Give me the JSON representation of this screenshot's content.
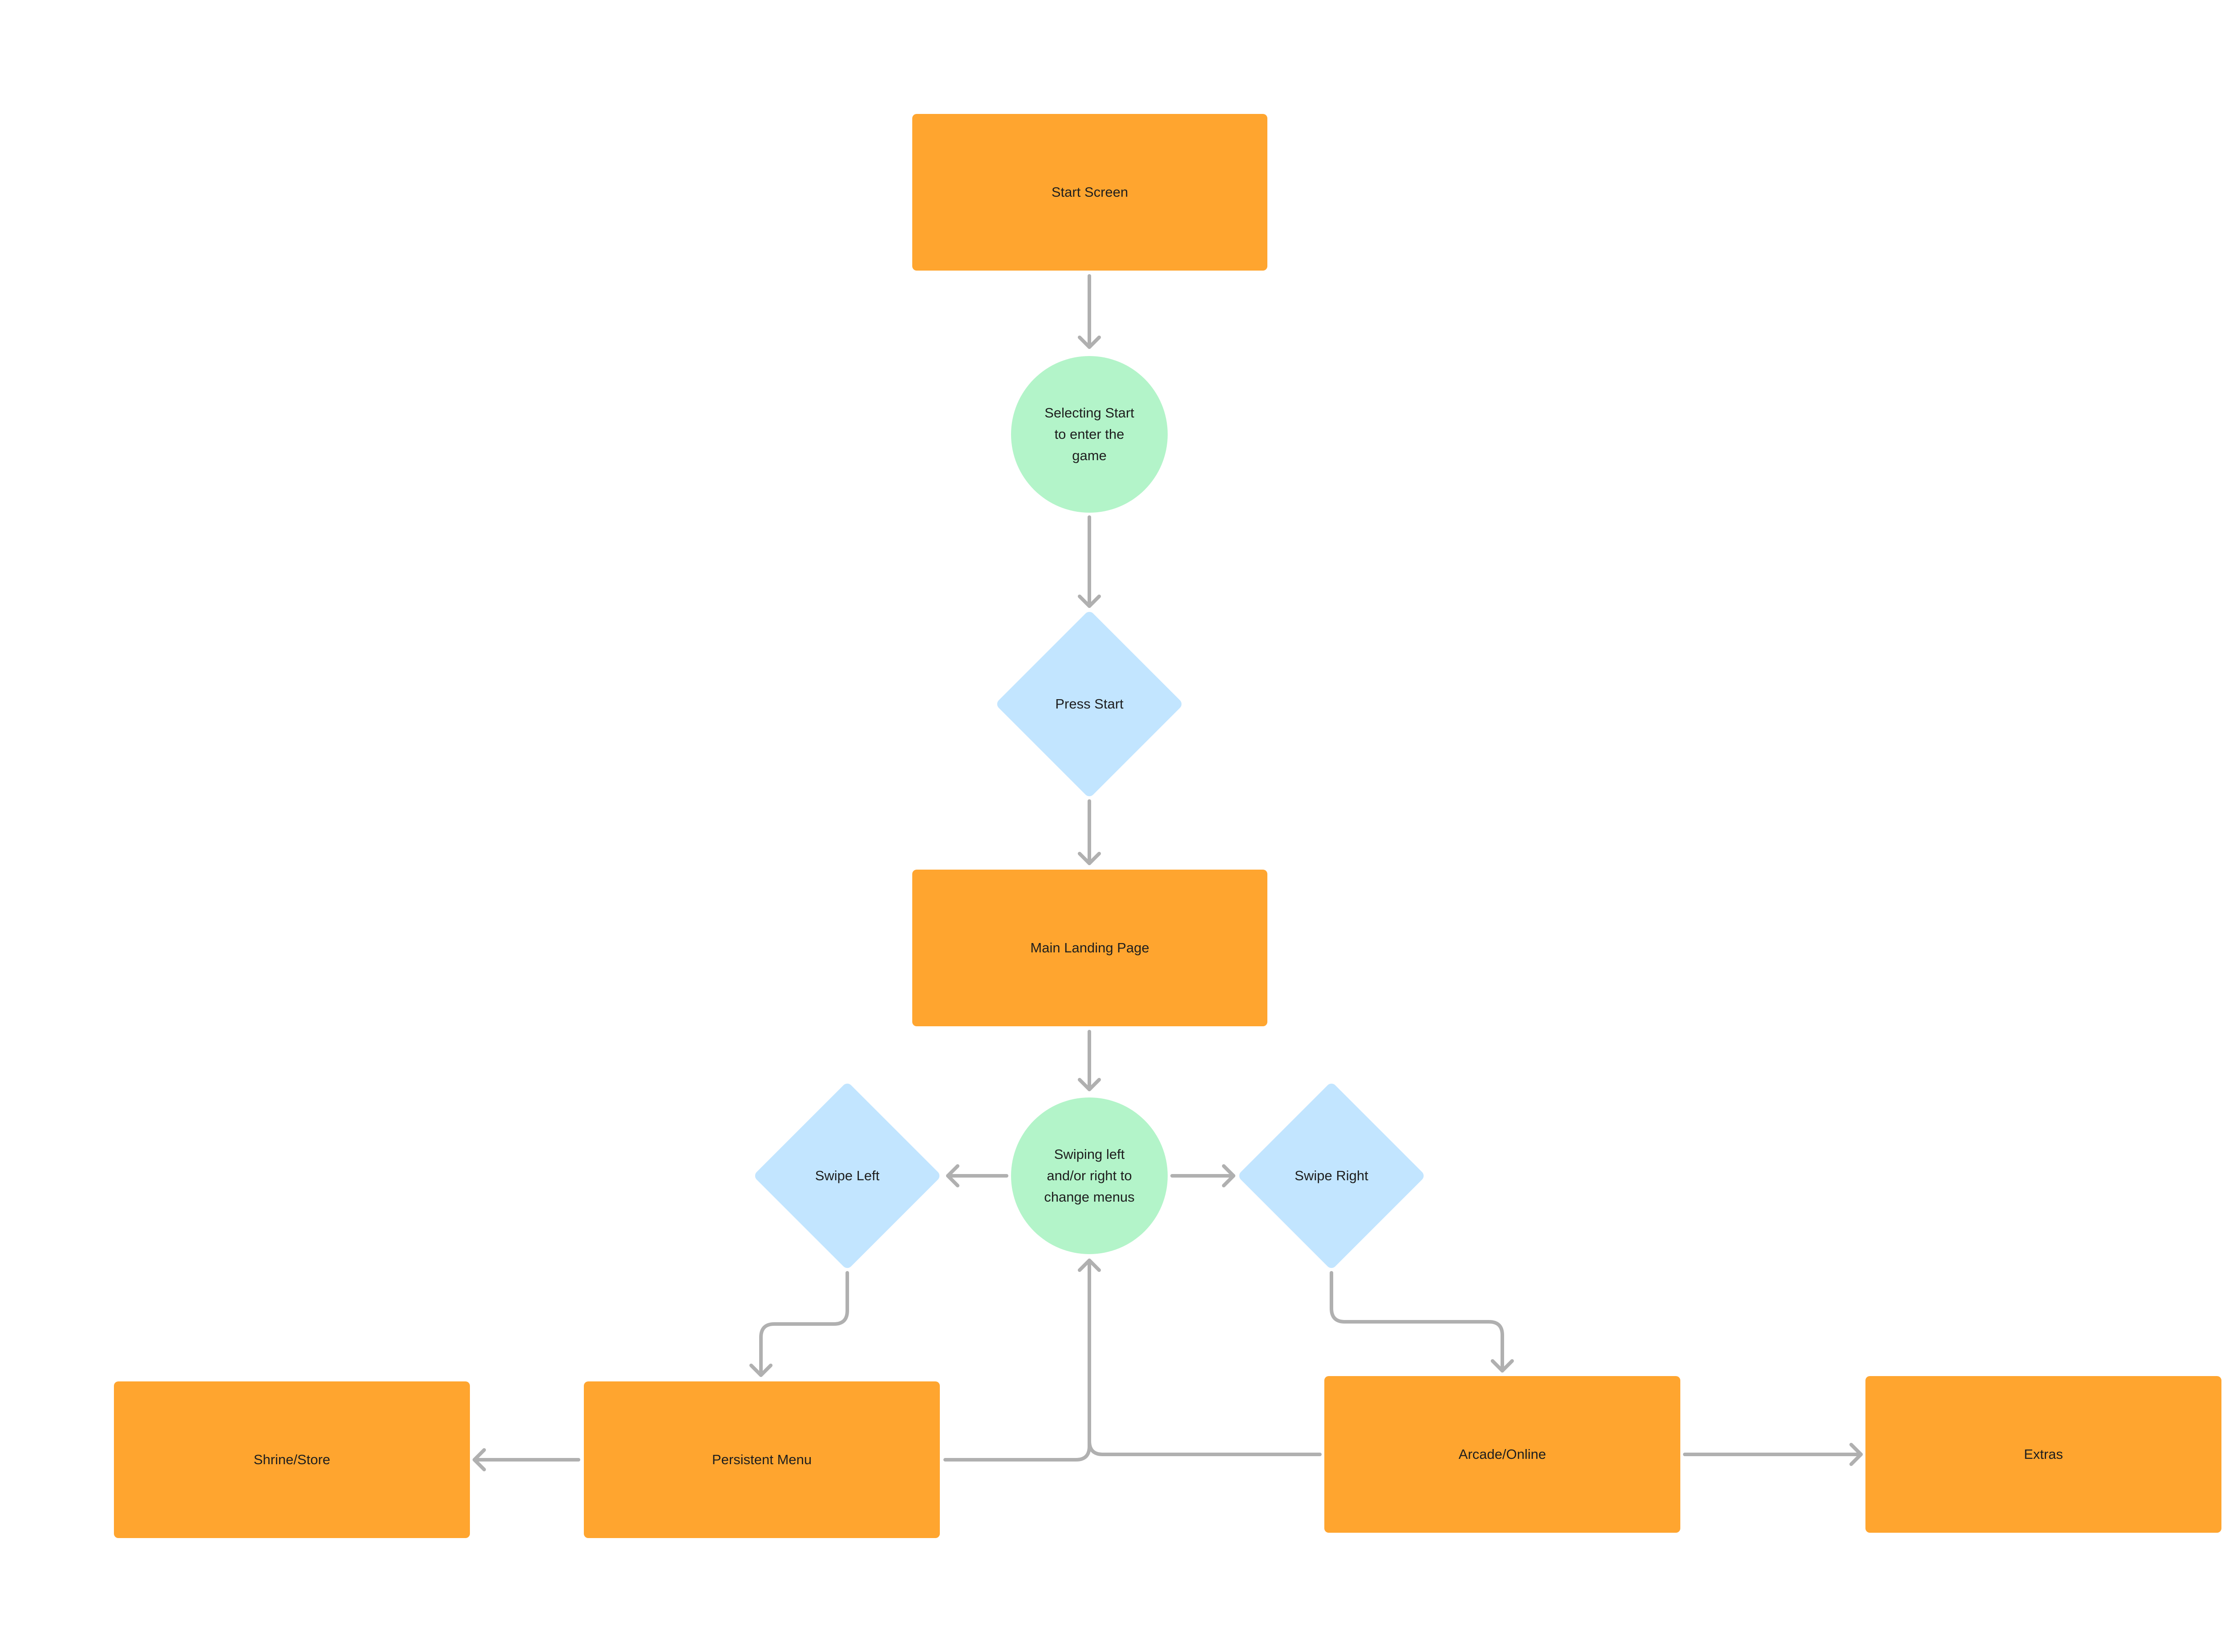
{
  "colors": {
    "process": "#FFA52F",
    "event": "#B3F4C9",
    "decision": "#C2E5FF",
    "connector": "#B0B0B0",
    "text": "#1E1E1E"
  },
  "nodes": {
    "start_screen": "Start Screen",
    "selecting_start": "Selecting Start\nto enter the\ngame",
    "press_start": "Press Start",
    "main_landing": "Main Landing Page",
    "swiping": "Swiping left\nand/or right to\nchange menus",
    "swipe_left": "Swipe Left",
    "swipe_right": "Swipe Right",
    "shrine_store": "Shrine/Store",
    "persistent_menu": "Persistent Menu",
    "arcade_online": "Arcade/Online",
    "extras": "Extras"
  }
}
